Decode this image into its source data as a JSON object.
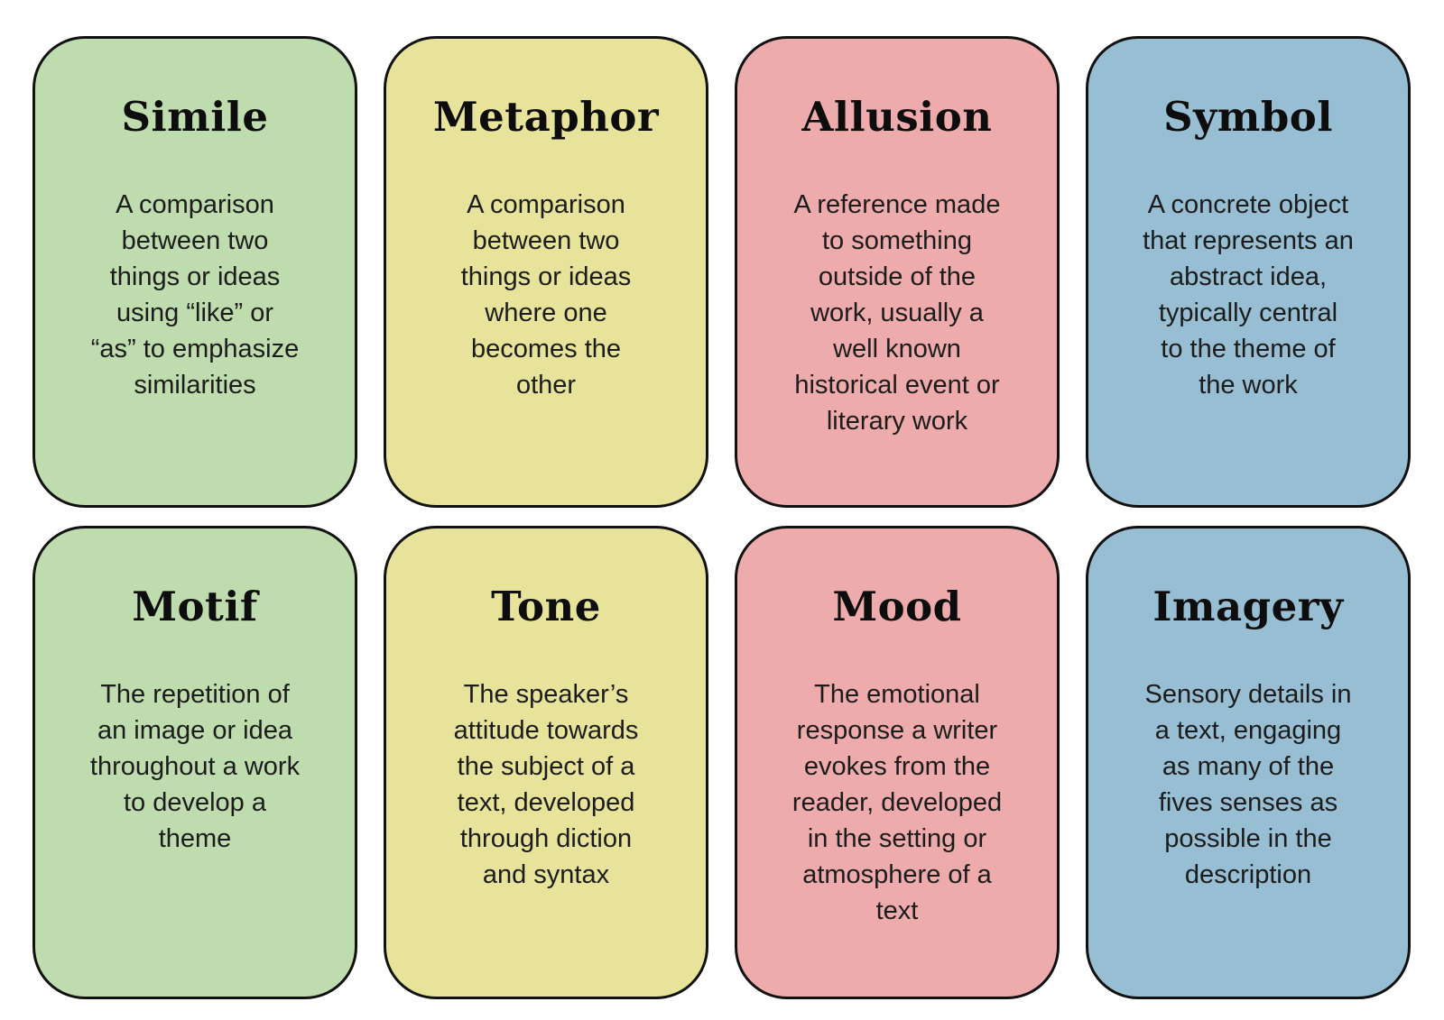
{
  "colors": {
    "green": "#bedcae",
    "yellow": "#e8e39a",
    "pink": "#eeabab",
    "blue": "#97bed2",
    "border": "#111111",
    "ink": "#1c1c1c"
  },
  "cards": [
    {
      "title": "Simile",
      "definition": "A comparison\nbetween two\nthings or ideas\nusing “like” or\n“as” to emphasize\nsimilarities",
      "bg": "#bedcae"
    },
    {
      "title": "Metaphor",
      "definition": "A comparison\nbetween two\nthings or ideas\nwhere one\nbecomes the\nother",
      "bg": "#e8e39a"
    },
    {
      "title": "Allusion",
      "definition": "A reference made\nto something\noutside of the\nwork, usually a\nwell known\nhistorical event or\nliterary work",
      "bg": "#eeabab"
    },
    {
      "title": "Symbol",
      "definition": "A concrete object\nthat represents an\nabstract idea,\ntypically central\nto the theme of\nthe work",
      "bg": "#97bed2"
    },
    {
      "title": "Motif",
      "definition": "The repetition of\nan image or idea\nthroughout a work\nto develop a\ntheme",
      "bg": "#bedcae"
    },
    {
      "title": "Tone",
      "definition": "The speaker’s\nattitude towards\nthe subject of a\ntext, developed\nthrough diction\nand syntax",
      "bg": "#e8e39a"
    },
    {
      "title": "Mood",
      "definition": "The emotional\nresponse a writer\nevokes from the\nreader, developed\nin the setting or\natmosphere of a\ntext",
      "bg": "#eeabab"
    },
    {
      "title": "Imagery",
      "definition": "Sensory details in\na text, engaging\nas many of the\nfives senses as\npossible in the\ndescription",
      "bg": "#97bed2"
    }
  ]
}
